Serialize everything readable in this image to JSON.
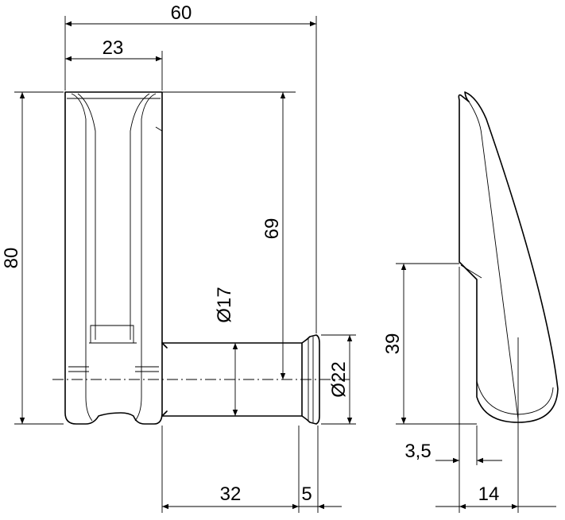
{
  "dimensions": {
    "total_width": "60",
    "plate_width": "23",
    "height": "80",
    "shaft_length": "69",
    "shaft_diameter": "Ø17",
    "head_diameter": "Ø22",
    "pin_length": "32",
    "head_thickness": "5",
    "side_height": "39",
    "wall_thickness": "3,5",
    "side_depth": "14"
  }
}
